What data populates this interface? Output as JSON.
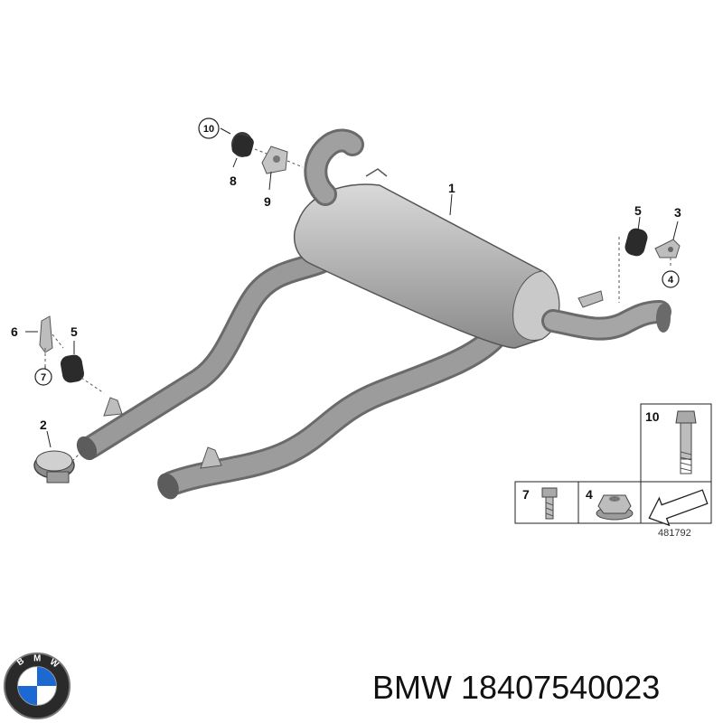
{
  "diagram": {
    "callouts": {
      "c1": "1",
      "c2": "2",
      "c3": "3",
      "c4": "4",
      "c5a": "5",
      "c5b": "5",
      "c6": "6",
      "c7a": "7",
      "c8": "8",
      "c9": "9",
      "c10a": "10"
    },
    "legend": {
      "item_10": "10",
      "item_7": "7",
      "item_4": "4",
      "reference_number": "481792"
    }
  },
  "caption": {
    "brand": "BMW",
    "part_number": "18407540023",
    "logo_letters": [
      "B",
      "M",
      "W"
    ]
  },
  "colors": {
    "pipe": "#8e8e8e",
    "muffler": "#b5b5b5",
    "rubber": "#2b2b2b",
    "bmw_blue": "#1c69d4"
  }
}
